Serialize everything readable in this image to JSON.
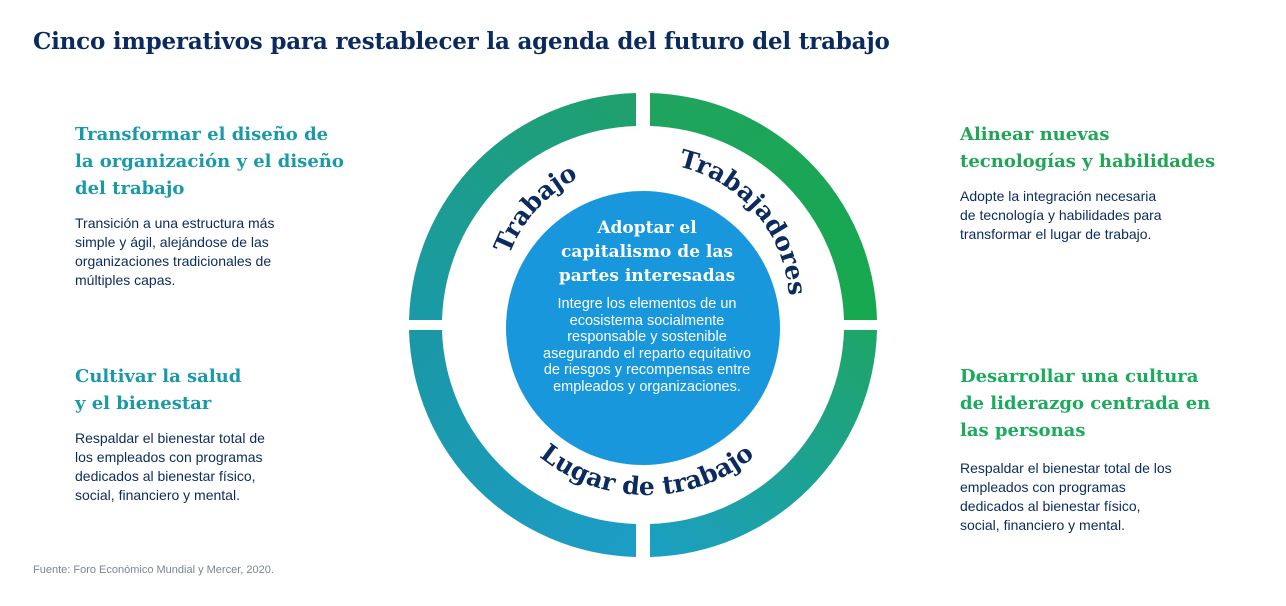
{
  "title": "Cinco imperativos para restablecer la agenda del futuro del trabajo",
  "colors": {
    "navy": "#0b2b5e",
    "teal": "#1a9aa8",
    "green": "#21a656",
    "blue": "#1f8fc9",
    "center_circle": "#1897dc"
  },
  "imperatives": {
    "top_left": {
      "heading": [
        "Transformar el diseño de",
        "la organización y el diseño",
        "del trabajo"
      ],
      "body": [
        "Transición a una estructura más",
        "simple y ágil, alejándose de las",
        "organizaciones tradicionales de",
        "múltiples capas."
      ]
    },
    "bottom_left": {
      "heading": [
        "Cultivar la salud",
        "y el bienestar"
      ],
      "body": [
        "Respaldar el bienestar total de",
        "los empleados con programas",
        "dedicados al bienestar físico,",
        "social, financiero y mental."
      ]
    },
    "top_right": {
      "heading": [
        "Alinear nuevas",
        "tecnologías y habilidades"
      ],
      "body": [
        "Adopte la integración necesaria",
        "de tecnología y habilidades para",
        "transformar el lugar de trabajo."
      ]
    },
    "bottom_right": {
      "heading": [
        "Desarrollar una cultura",
        "de liderazgo centrada en",
        "las personas"
      ],
      "body": [
        "Respaldar el bienestar total de los",
        "empleados con programas",
        "dedicados al bienestar físico,",
        "social, financiero y mental."
      ]
    }
  },
  "ring_labels": {
    "left": "Trabajo",
    "right": "Trabajadores",
    "bottom": "Lugar de trabajo"
  },
  "center": {
    "heading": [
      "Adoptar el",
      "capitalismo de las",
      "partes interesadas"
    ],
    "body": "Integre los elementos de un ecosistema socialmente responsable y sostenible asegurando el reparto equitativo de riesgos y recompensas entre empleados y organizaciones."
  },
  "source": "Fuente: Foro Económico Mundial y Mercer, 2020."
}
